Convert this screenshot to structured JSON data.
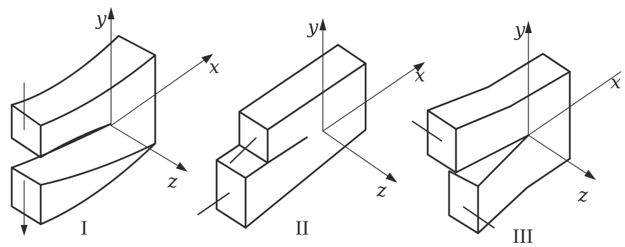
{
  "figures": [
    {
      "label": "I",
      "axes": {
        "x": "x",
        "y": "y",
        "z": "z"
      }
    },
    {
      "label": "II",
      "axes": {
        "x": "x",
        "y": "y",
        "z": "z"
      }
    },
    {
      "label": "III",
      "axes": {
        "x": "x",
        "y": "y",
        "z": "z"
      }
    }
  ]
}
